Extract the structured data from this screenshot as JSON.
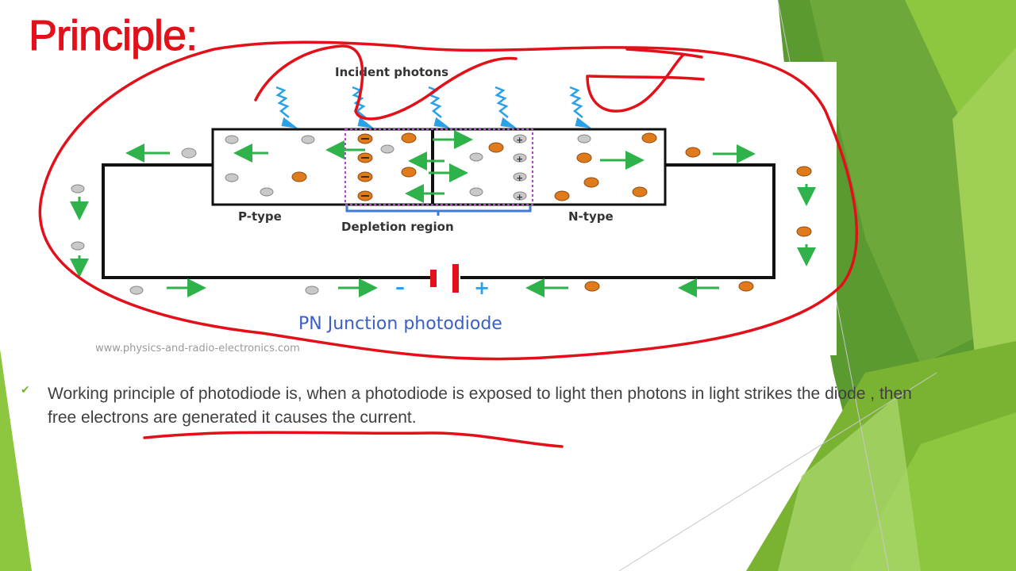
{
  "slide": {
    "title": "Principle:",
    "bullet": "Working principle of photodiode is, when a photodiode is exposed to light then photons in light strikes the diode , then free electrons are generated it causes the current."
  },
  "diagram": {
    "top_label": "Incident photons",
    "p_label": "P-type",
    "n_label": "N-type",
    "depletion_label": "Depletion region",
    "minus_sign": "–",
    "plus_sign": "+",
    "hole_sign": "+",
    "caption": "PN Junction photodiode",
    "credit": "www.physics-and-radio-electronics.com"
  },
  "colors": {
    "title": "#e3101a",
    "annotation": "#e3101a",
    "arrow": "#2fb24a",
    "photon": "#2aa0e8",
    "electron": "#e07b1c",
    "hole": "#bdbdbd",
    "depletion_border": "#b040d0",
    "bracket": "#3d7bd6",
    "theme_green": "#8dc63f"
  },
  "icons": [
    "check-icon",
    "photon-icon",
    "electron-icon",
    "hole-icon",
    "arrow-icon",
    "battery-icon"
  ]
}
